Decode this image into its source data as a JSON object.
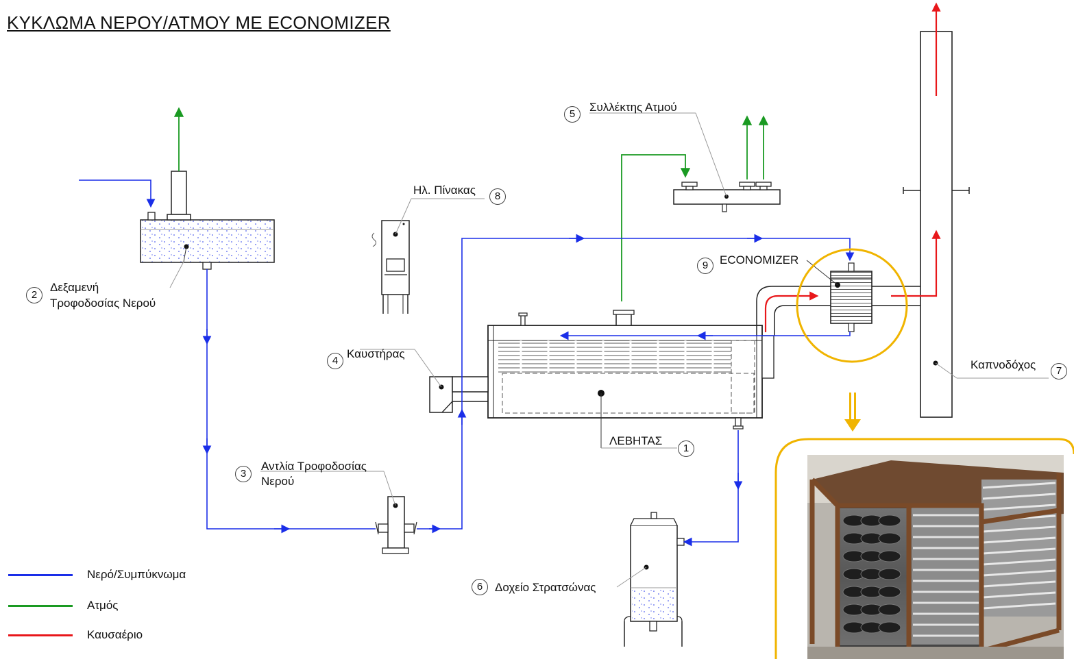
{
  "title": "ΚΥΚΛΩΜΑ ΝΕΡΟΥ/ΑΤΜΟΥ ΜΕ ECONOMIZER",
  "colors": {
    "water": "#1a2ee8",
    "steam": "#1a9a22",
    "flue_gas": "#e8171a",
    "highlight": "#f0b400",
    "equipment": "#222222"
  },
  "components": [
    {
      "number": "1",
      "label": "ΛΕΒΗΤΑΣ"
    },
    {
      "number": "2",
      "label_line1": "Δεξαμενή",
      "label_line2": "Τροφοδοσίας Νερού"
    },
    {
      "number": "3",
      "label_line1": "Αντλία Τροφοδοσίας",
      "label_line2": "Νερού"
    },
    {
      "number": "4",
      "label": "Καυστήρας"
    },
    {
      "number": "5",
      "label": "Συλλέκτης Ατμού"
    },
    {
      "number": "6",
      "label": "Δοχείο Στρατσώνας"
    },
    {
      "number": "7",
      "label": "Καπνοδόχος"
    },
    {
      "number": "8",
      "label": "Ηλ. Πίνακας"
    },
    {
      "number": "9",
      "label": "ECONOMIZER"
    }
  ],
  "legend": [
    {
      "label": "Νερό/Συμπύκνωμα",
      "color": "#1a2ee8"
    },
    {
      "label": "Ατμός",
      "color": "#1a9a22"
    },
    {
      "label": "Καυσαέριο",
      "color": "#e8171a"
    }
  ],
  "photo": {
    "icon": "economizer-photo"
  }
}
